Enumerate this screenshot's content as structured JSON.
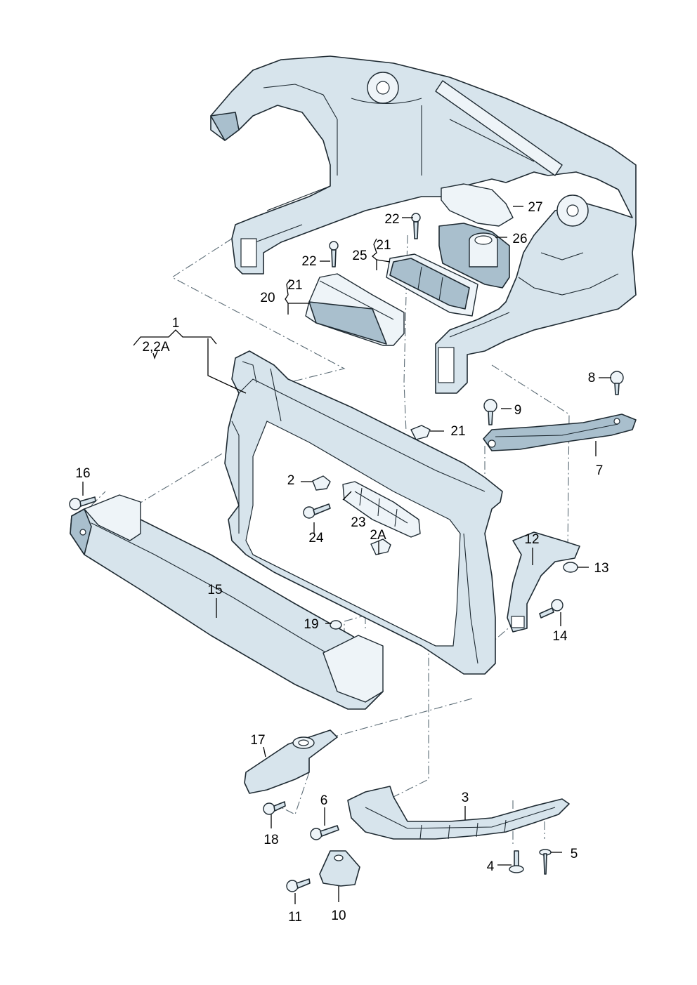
{
  "diagram": {
    "type": "exploded-parts-diagram",
    "callouts": [
      {
        "id": "1",
        "text": "1"
      },
      {
        "id": "2-2A-group",
        "text": "2,2A"
      },
      {
        "id": "2",
        "text": "2"
      },
      {
        "id": "2A",
        "text": "2A"
      },
      {
        "id": "3",
        "text": "3"
      },
      {
        "id": "4",
        "text": "4"
      },
      {
        "id": "5",
        "text": "5"
      },
      {
        "id": "6",
        "text": "6"
      },
      {
        "id": "7",
        "text": "7"
      },
      {
        "id": "8",
        "text": "8"
      },
      {
        "id": "9",
        "text": "9"
      },
      {
        "id": "10",
        "text": "10"
      },
      {
        "id": "11",
        "text": "11"
      },
      {
        "id": "12",
        "text": "12"
      },
      {
        "id": "13",
        "text": "13"
      },
      {
        "id": "14",
        "text": "14"
      },
      {
        "id": "15",
        "text": "15"
      },
      {
        "id": "16",
        "text": "16"
      },
      {
        "id": "17",
        "text": "17"
      },
      {
        "id": "18",
        "text": "18"
      },
      {
        "id": "19",
        "text": "19"
      },
      {
        "id": "20",
        "text": "20"
      },
      {
        "id": "21-a",
        "text": "21"
      },
      {
        "id": "21-b",
        "text": "21"
      },
      {
        "id": "21-c",
        "text": "21"
      },
      {
        "id": "22-a",
        "text": "22"
      },
      {
        "id": "22-b",
        "text": "22"
      },
      {
        "id": "23",
        "text": "23"
      },
      {
        "id": "24",
        "text": "24"
      },
      {
        "id": "25",
        "text": "25"
      },
      {
        "id": "26",
        "text": "26"
      },
      {
        "id": "27",
        "text": "27"
      }
    ]
  }
}
